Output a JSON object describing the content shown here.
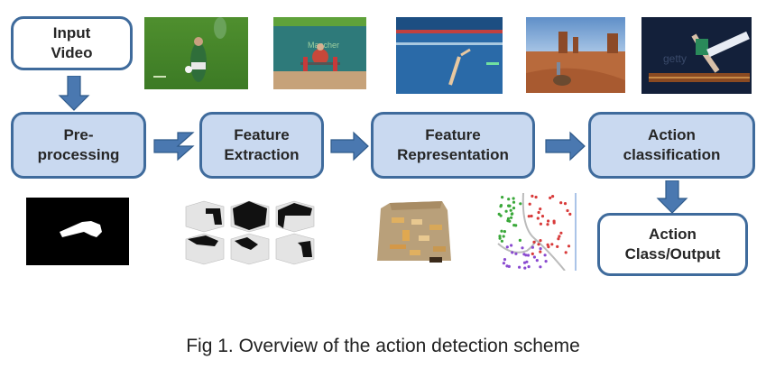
{
  "diagram": {
    "type": "flowchart",
    "title": "Action detection pipeline",
    "nodes": [
      {
        "id": "input",
        "label": "Input\nVideo",
        "style": "outlined"
      },
      {
        "id": "preprocessing",
        "label": "Pre-\nprocessing",
        "style": "filled"
      },
      {
        "id": "feature_extraction",
        "label": "Feature\nExtraction",
        "style": "filled"
      },
      {
        "id": "feature_representation",
        "label": "Feature\nRepresentation",
        "style": "filled"
      },
      {
        "id": "action_classification",
        "label": "Action\nclassification",
        "style": "filled"
      },
      {
        "id": "output",
        "label": "Action\nClass/Output",
        "style": "outlined"
      }
    ],
    "edges": [
      {
        "from": "input",
        "to": "preprocessing",
        "direction": "down"
      },
      {
        "from": "preprocessing",
        "to": "feature_extraction",
        "direction": "right"
      },
      {
        "from": "feature_extraction",
        "to": "feature_representation",
        "direction": "right"
      },
      {
        "from": "feature_representation",
        "to": "action_classification",
        "direction": "right"
      },
      {
        "from": "action_classification",
        "to": "output",
        "direction": "down"
      }
    ],
    "top_images": [
      {
        "name": "soccer-player-photo",
        "description": "Soccer player kicking ball on green field"
      },
      {
        "name": "weightlifting-photo",
        "description": "Weightlifter on stage with barbell"
      },
      {
        "name": "diving-photo",
        "description": "Diver entering swimming pool"
      },
      {
        "name": "horse-riding-photo",
        "description": "Rider on horse in desert with rock formations"
      },
      {
        "name": "gymnastics-photo",
        "description": "Gymnast on pommel horse, getty watermark"
      }
    ],
    "bottom_images": [
      {
        "name": "silhouette-mask-image",
        "description": "White pointing-hand silhouette on black background"
      },
      {
        "name": "feature-cubes-image",
        "description": "Six grayscale spatio-temporal feature cubes"
      },
      {
        "name": "bag-of-words-image",
        "description": "Paper bag with feature patches"
      },
      {
        "name": "classifier-scatter-image",
        "description": "Scatter of green, red and purple points separated by decision boundaries"
      }
    ],
    "colors": {
      "box_fill": "#c9d9f0",
      "box_border": "#3f6b9c",
      "arrow": "#4a78b0"
    }
  },
  "caption": "Fig 1. Overview of the action detection scheme"
}
